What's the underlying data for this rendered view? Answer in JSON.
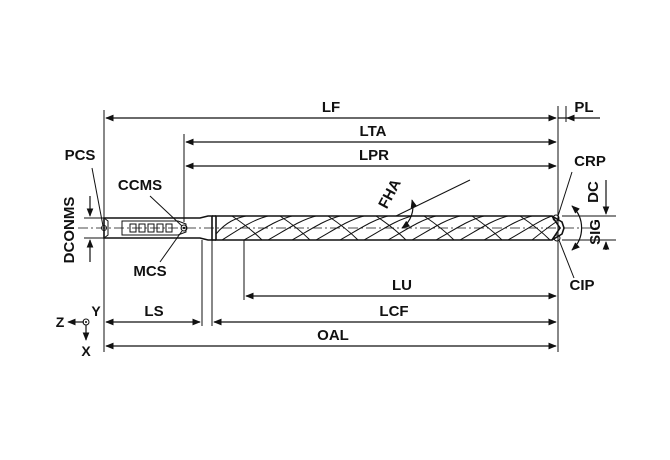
{
  "diagram": {
    "labels": {
      "lf": "LF",
      "pl": "PL",
      "lta": "LTA",
      "lpr": "LPR",
      "pcs": "PCS",
      "ccms": "CCMS",
      "dconms": "DCONMS",
      "mcs": "MCS",
      "fha": "FHA",
      "crp": "CRP",
      "dc": "DC",
      "sig": "SIG",
      "cip": "CIP",
      "lu": "LU",
      "ls": "LS",
      "lcf": "LCF",
      "oal": "OAL",
      "axis_z": "Z",
      "axis_y": "Y",
      "axis_x": "X"
    },
    "colors": {
      "ink": "#111111",
      "background": "#ffffff"
    }
  }
}
